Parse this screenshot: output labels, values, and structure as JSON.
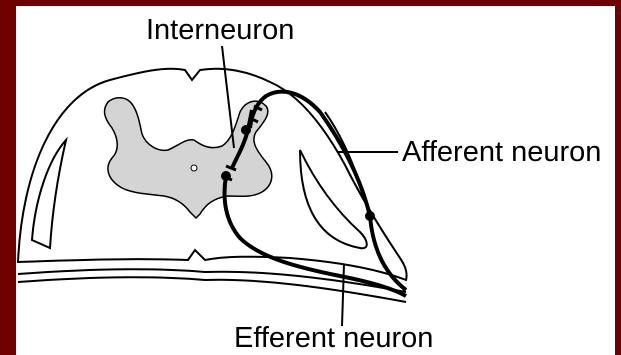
{
  "labels": {
    "interneuron": "Interneuron",
    "afferent": "Afferent neuron",
    "efferent": "Efferent neuron"
  },
  "colors": {
    "background_border": "#6e0000",
    "panel": "#ffffff",
    "gray_matter": "#d4d4d4",
    "ink": "#000000"
  }
}
